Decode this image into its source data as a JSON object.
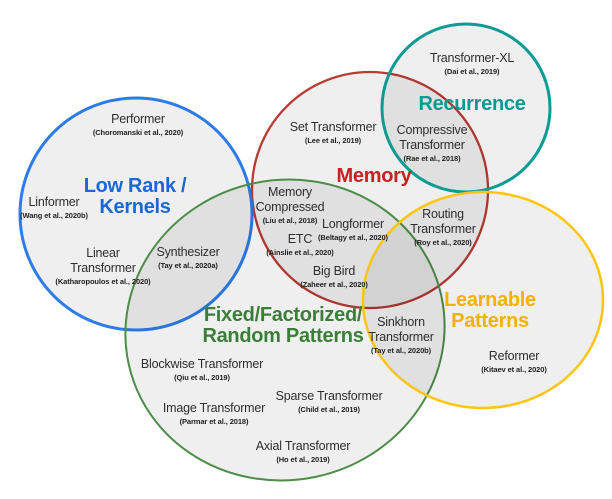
{
  "sets": [
    {
      "id": "low-rank-kernels",
      "label": "Low Rank /\nKernels",
      "stroke": "#2b7ce9",
      "heading_color": "#1968d3"
    },
    {
      "id": "memory",
      "label": "Memory",
      "stroke": "#b93a32",
      "heading_color": "#c5221f"
    },
    {
      "id": "recurrence",
      "label": "Recurrence",
      "stroke": "#0d9b93",
      "heading_color": "#0a9a92"
    },
    {
      "id": "fixed-factorized-random",
      "label": "Fixed/Factorized/\nRandom Patterns",
      "stroke": "#4d8c49",
      "heading_color": "#3b7e38"
    },
    {
      "id": "learnable-patterns",
      "label": "Learnable\nPatterns",
      "stroke": "#fcc511",
      "heading_color": "#f2b200"
    }
  ],
  "models": [
    {
      "name": "Performer",
      "citation": "(Choromanski et al., 2020)"
    },
    {
      "name": "Linformer",
      "citation": "(Wang et al., 2020b)"
    },
    {
      "name": "Linear\nTransformer",
      "citation": "(Katharopoulos et al., 2020)"
    },
    {
      "name": "Synthesizer",
      "citation": "(Tay et al., 2020a)"
    },
    {
      "name": "Set Transformer",
      "citation": "(Lee et al., 2019)"
    },
    {
      "name": "Memory\nCompressed",
      "citation": "(Liu et al., 2018)"
    },
    {
      "name": "Longformer",
      "citation": "(Beltagy et al., 2020)"
    },
    {
      "name": "ETC",
      "citation": "(Ainslie et al., 2020)"
    },
    {
      "name": "Big Bird",
      "citation": "(Zaheer et al., 2020)"
    },
    {
      "name": "Transformer-XL",
      "citation": "(Dai et al., 2019)"
    },
    {
      "name": "Compressive\nTransformer",
      "citation": "(Rae et al., 2018)"
    },
    {
      "name": "Routing\nTransformer",
      "citation": "(Roy et al., 2020)"
    },
    {
      "name": "Sinkhorn\nTransformer",
      "citation": "(Tay et al., 2020b)"
    },
    {
      "name": "Reformer",
      "citation": "(Kitaev et al., 2020)"
    },
    {
      "name": "Blockwise Transformer",
      "citation": "(Qiu et al., 2019)"
    },
    {
      "name": "Sparse Transformer",
      "citation": "(Child et al., 2019)"
    },
    {
      "name": "Image Transformer",
      "citation": "(Parmar et al., 2018)"
    },
    {
      "name": "Axial Transformer",
      "citation": "(Ho et al., 2019)"
    }
  ]
}
